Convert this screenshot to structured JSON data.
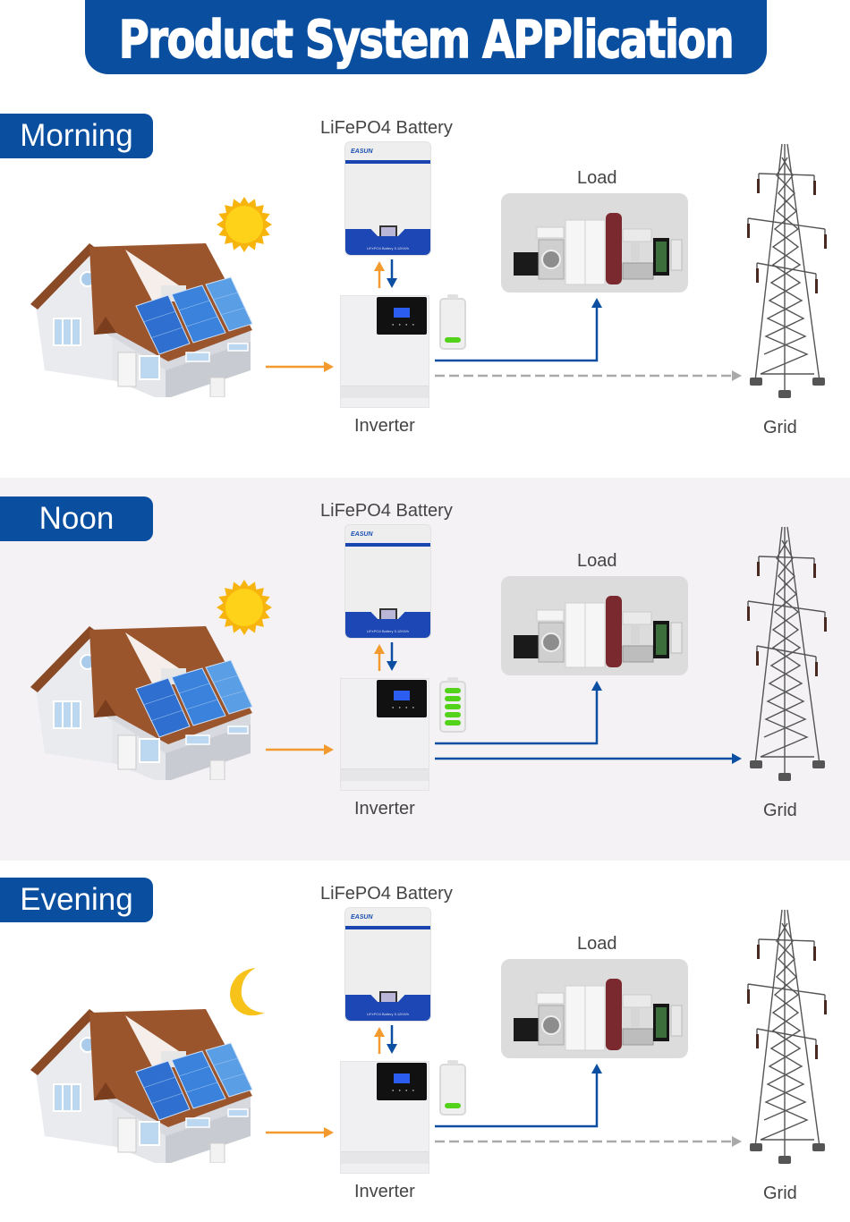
{
  "header": {
    "title": "Product System APPlication"
  },
  "labels": {
    "battery": "LiFePO4 Battery",
    "load": "Load",
    "inverter": "Inverter",
    "grid": "Grid",
    "battery_brand": "EASUN",
    "battery_model_text": "LiFePO4 Battery 5.12KWh"
  },
  "colors": {
    "brand_blue": "#0a4ea0",
    "flow_blue": "#0b4ea2",
    "solar_orange": "#f39a2e",
    "grid_dashed_gray": "#a9a9a9",
    "battery_green": "#53d21a"
  },
  "sections": [
    {
      "phase": "Morning",
      "sky_icon": "sun-icon",
      "battery_charge_bars": 1,
      "flows": {
        "solar_to_inverter": "active",
        "battery_inverter": "bidirectional",
        "inverter_to_load": "active",
        "inverter_to_grid": "inactive-dashed"
      }
    },
    {
      "phase": "Noon",
      "sky_icon": "sun-icon",
      "battery_charge_bars": 5,
      "flows": {
        "solar_to_inverter": "active",
        "battery_inverter": "bidirectional",
        "inverter_to_load": "active",
        "inverter_to_grid": "active"
      }
    },
    {
      "phase": "Evening",
      "sky_icon": "moon-icon",
      "battery_charge_bars": 1,
      "flows": {
        "solar_to_inverter": "active",
        "battery_inverter": "bidirectional",
        "inverter_to_load": "active",
        "inverter_to_grid": "inactive-dashed"
      }
    }
  ]
}
